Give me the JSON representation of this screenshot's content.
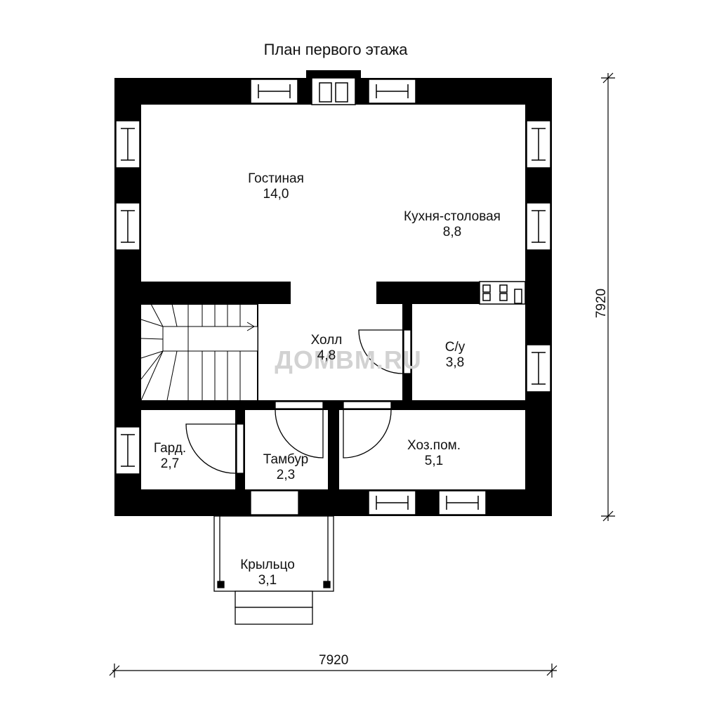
{
  "title": "План первого этажа",
  "watermark": "ДОМВМ.RU",
  "rooms": [
    {
      "name": "Гостиная",
      "area": "14,0"
    },
    {
      "name": "Кухня-столовая",
      "area": "8,8"
    },
    {
      "name": "Холл",
      "area": "4,8"
    },
    {
      "name": "С/у",
      "area": "3,8"
    },
    {
      "name": "Гард.",
      "area": "2,7"
    },
    {
      "name": "Тамбур",
      "area": "2,3"
    },
    {
      "name": "Хоз.пом.",
      "area": "5,1"
    },
    {
      "name": "Крыльцо",
      "area": "3,1"
    }
  ],
  "dimensions": {
    "width": "7920",
    "height": "7920"
  }
}
